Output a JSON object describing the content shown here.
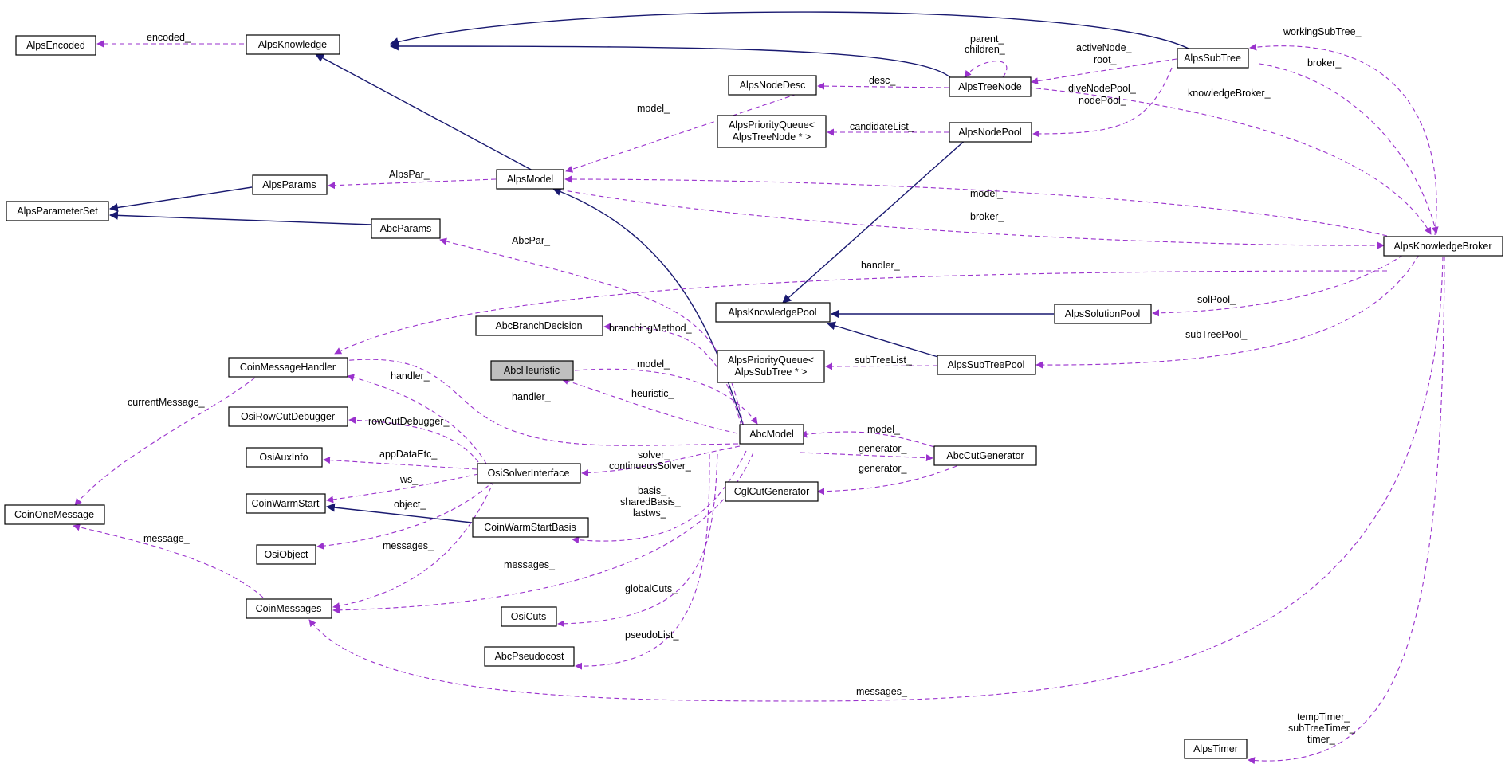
{
  "colors": {
    "usage": "#9a32cd",
    "inherit": "#191970",
    "highlight": "#bfbfbf"
  },
  "nodes": {
    "alps_encoded": "AlpsEncoded",
    "alps_knowledge": "AlpsKnowledge",
    "alps_parameter_set": "AlpsParameterSet",
    "alps_params": "AlpsParams",
    "abc_params": "AbcParams",
    "alps_model": "AlpsModel",
    "alps_node_desc": "AlpsNodeDesc",
    "alps_priority_queue_tree_1": "AlpsPriorityQueue<",
    "alps_priority_queue_tree_2": "AlpsTreeNode * >",
    "alps_tree_node": "AlpsTreeNode",
    "alps_node_pool": "AlpsNodePool",
    "alps_sub_tree": "AlpsSubTree",
    "alps_knowledge_broker": "AlpsKnowledgeBroker",
    "alps_knowledge_pool": "AlpsKnowledgePool",
    "alps_solution_pool": "AlpsSolutionPool",
    "alps_priority_queue_sub_1": "AlpsPriorityQueue<",
    "alps_priority_queue_sub_2": "AlpsSubTree * >",
    "alps_sub_tree_pool": "AlpsSubTreePool",
    "abc_branch_decision": "AbcBranchDecision",
    "abc_heuristic": "AbcHeuristic",
    "coin_message_handler": "CoinMessageHandler",
    "osi_row_cut_debugger": "OsiRowCutDebugger",
    "osi_aux_info": "OsiAuxInfo",
    "osi_solver_interface": "OsiSolverInterface",
    "coin_warm_start": "CoinWarmStart",
    "coin_warm_start_basis": "CoinWarmStartBasis",
    "osi_object": "OsiObject",
    "coin_one_message": "CoinOneMessage",
    "coin_messages": "CoinMessages",
    "osi_cuts": "OsiCuts",
    "abc_pseudocost": "AbcPseudocost",
    "abc_model": "AbcModel",
    "abc_cut_generator": "AbcCutGenerator",
    "cgl_cut_generator": "CglCutGenerator",
    "alps_timer": "AlpsTimer"
  },
  "edge_labels": {
    "encoded": "encoded_",
    "parent": "parent_",
    "children": "children_",
    "active_node": "activeNode_",
    "root": "root_",
    "working_sub_tree": "workingSubTree_",
    "broker_sub": "broker_",
    "desc": "desc_",
    "dive_node_pool": "diveNodePool_",
    "node_pool": "nodePool_",
    "knowledge_broker": "knowledgeBroker_",
    "model_desc": "model_",
    "candidate_list": "candidateList_",
    "alps_par": "AlpsPar_",
    "model_broker": "model_",
    "broker_model": "broker_",
    "abc_par": "AbcPar_",
    "handler_broker": "handler_",
    "sol_pool": "solPool_",
    "branching_method": "branchingMethod_",
    "sub_tree_pool": "subTreePool_",
    "sub_tree_list": "subTreeList_",
    "model_heuristic": "model_",
    "heuristic": "heuristic_",
    "handler_osi": "handler_",
    "handler_abc": "handler_",
    "current_message": "currentMessage_",
    "row_cut_debugger": "rowCutDebugger_",
    "model_cutgen": "model_",
    "generator_abc": "generator_",
    "generator_cgl": "generator_",
    "app_data_etc": "appDataEtc_",
    "solver": "solver_",
    "continuous_solver": "continuousSolver_",
    "ws": "ws_",
    "object": "object_",
    "basis": "basis_",
    "shared_basis": "sharedBasis_",
    "lastws": "lastws_",
    "message": "message_",
    "messages_osi": "messages_",
    "messages_abc": "messages_",
    "global_cuts": "globalCuts_",
    "pseudo_list": "pseudoList_",
    "messages_broker": "messages_",
    "temp_timer": "tempTimer_",
    "sub_tree_timer": "subTreeTimer_",
    "timer": "timer_"
  }
}
